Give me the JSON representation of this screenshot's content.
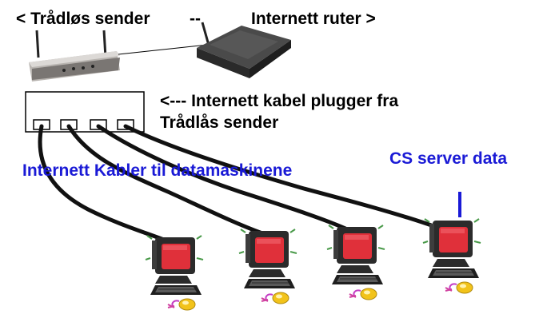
{
  "labels": {
    "wireless_sender": "< Trådløs sender",
    "separator": "--",
    "internet_router": "Internett ruter >",
    "cable_arrow_line1": "<---  Internett kabel plugger   fra",
    "cable_arrow_line2": "Trådlås sender",
    "cables_label": "Internett Kabler til datamaskinene",
    "server_label": "CS server data"
  },
  "colors": {
    "text_black": "#000000",
    "text_blue": "#1a1ad6",
    "cable": "#111111",
    "monitor_screen": "#e0303a",
    "monitor_body": "#2b2b2b",
    "mouse_yellow": "#f2c31a",
    "router_body": "#3a3a3a",
    "router_top": "#c9c7c5"
  },
  "computers": [
    {
      "name": "computer-1"
    },
    {
      "name": "computer-2"
    },
    {
      "name": "computer-3"
    },
    {
      "name": "computer-4-server"
    }
  ]
}
